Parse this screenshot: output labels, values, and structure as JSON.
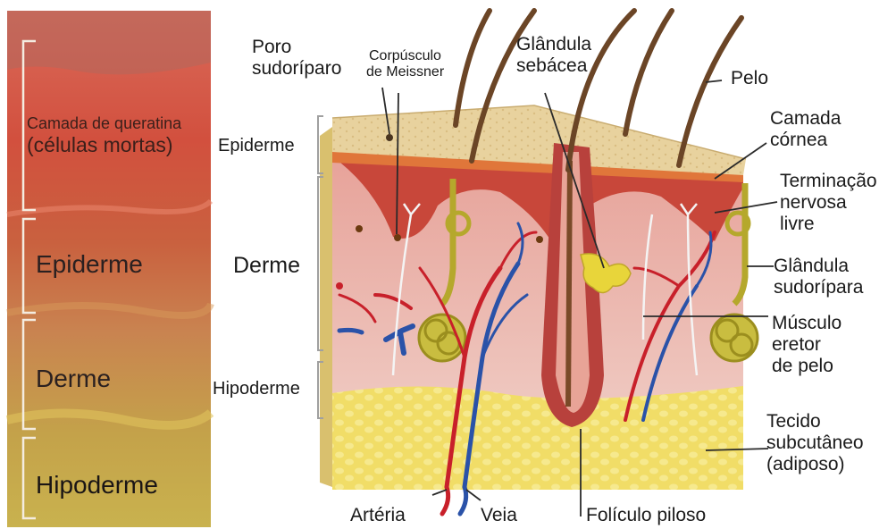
{
  "photo_panel": {
    "keratin_line1": "Camada de queratina",
    "keratin_line2": "(células mortas)",
    "epidermis": "Epiderme",
    "dermis": "Derme",
    "hypodermis": "Hipoderme"
  },
  "diagram": {
    "layer_labels": {
      "epidermis": "Epiderme",
      "dermis": "Derme",
      "hypodermis": "Hipoderme"
    },
    "callouts": {
      "sweat_pore_1": "Poro",
      "sweat_pore_2": "sudoríparo",
      "meissner_1": "Corpúsculo",
      "meissner_2": "de Meissner",
      "sebaceous_1": "Glândula",
      "sebaceous_2": "sebácea",
      "hair": "Pelo",
      "stratum_corneum_1": "Camada",
      "stratum_corneum_2": "córnea",
      "nerve_1": "Terminação",
      "nerve_2": "nervosa",
      "nerve_3": "livre",
      "sweat_gland_1": "Glândula",
      "sweat_gland_2": "sudorípara",
      "arrector_1": "Músculo",
      "arrector_2": "eretor",
      "arrector_3": "de pelo",
      "subcutaneous_1": "Tecido",
      "subcutaneous_2": "subcutâneo",
      "subcutaneous_3": "(adiposo)",
      "artery": "Artéria",
      "vein": "Veia",
      "follicle": "Folículo piloso"
    }
  },
  "colors": {
    "keratin": "#e7cf98",
    "epidermis": "#d9573a",
    "dermis": "#eab8b0",
    "hypodermis": "#f0dc62",
    "artery": "#c8202a",
    "vein": "#2a52a8",
    "gland": "#b9ad2c",
    "hair": "#6b4526"
  }
}
